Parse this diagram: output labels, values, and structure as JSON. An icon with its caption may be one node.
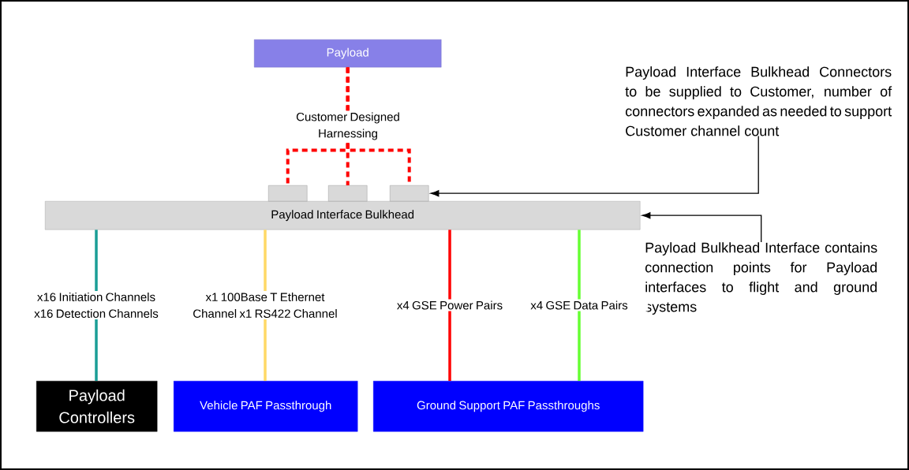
{
  "diagram": {
    "nodes": [
      {
        "text": [
          "Payload"
        ]
      },
      {
        "text": [
          "Payload Interface Bulkhead"
        ]
      },
      {
        "text": [],
        "shape": "box"
      },
      {
        "text": [],
        "shape": "box"
      },
      {
        "text": [],
        "shape": "box"
      },
      {
        "text": [
          "Payload Controllers"
        ]
      },
      {
        "text": [
          "Vehicle PAF Passthrough"
        ]
      },
      {
        "text": [
          "Ground Support PAF Passthroughs"
        ]
      },
      {
        "text": [
          "Payload Interface Bulkhead Connectors to be supplied to Customer, number of connectors expanded as needed to support Customer channel count"
        ]
      },
      {
        "text": [
          "Payload Bulkhead Interface contains connection points for Payload interfaces to flight and ground systems"
        ]
      }
    ],
    "edges": [
      {
        "from": 0,
        "to": 2,
        "arrow": "none",
        "style": "dashed",
        "color": "#ff0000"
      },
      {
        "from": 0,
        "to": 3,
        "arrow": "none",
        "style": "dashed",
        "color": "#ff0000",
        "label": "Customer Designed Harnessing"
      },
      {
        "from": 0,
        "to": 4,
        "arrow": "none",
        "style": "dashed",
        "color": "#ff0000"
      },
      {
        "from": 1,
        "to": 5,
        "arrow": "none",
        "color": "#1a9e96",
        "label": "x16 Initiation Channels x16 Detection Channels"
      },
      {
        "from": 1,
        "to": 6,
        "arrow": "none",
        "color": "#ffd966",
        "label": "x1 100Base T Ethernet Channel x1 RS422 Channel"
      },
      {
        "from": 1,
        "to": 7,
        "arrow": "none",
        "color": "#ff0000",
        "label": "x4 GSE Power Pairs"
      },
      {
        "from": 1,
        "to": 7,
        "arrow": "none",
        "color": "#66ff33",
        "label": "x4 GSE Data Pairs"
      },
      {
        "from": 8,
        "to": 4,
        "arrow": "to",
        "color": "#000000"
      },
      {
        "from": 9,
        "to": 1,
        "arrow": "to",
        "color": "#000000"
      }
    ]
  }
}
